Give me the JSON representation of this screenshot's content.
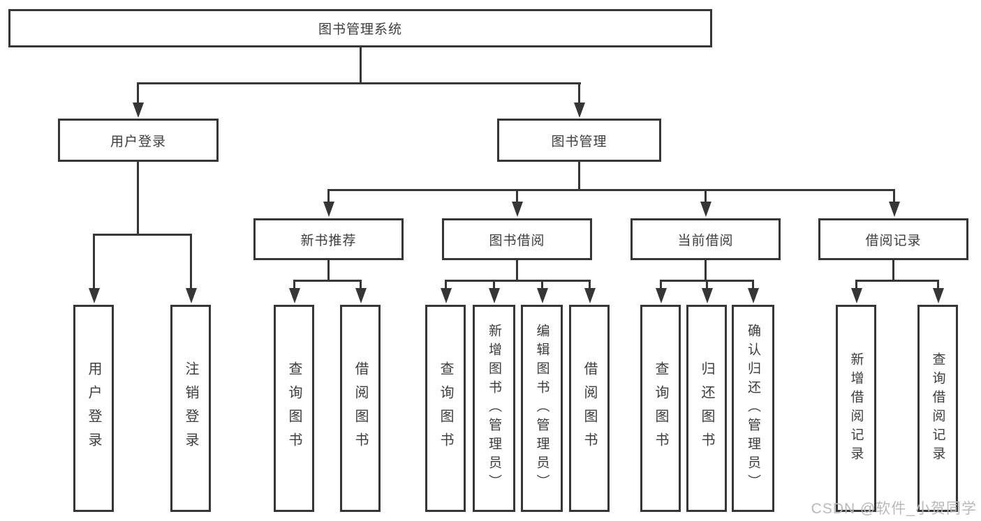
{
  "colors": {
    "line": "#363636",
    "text": "#3d3d3d",
    "background": "#ffffff",
    "watermark": "#b9b9b9"
  },
  "diagram": {
    "root": {
      "label": "图书管理系统"
    },
    "level2": [
      {
        "label": "用户登录"
      },
      {
        "label": "图书管理"
      }
    ],
    "level3": [
      {
        "label": "新书推荐"
      },
      {
        "label": "图书借阅"
      },
      {
        "label": "当前借阅"
      },
      {
        "label": "借阅记录"
      }
    ],
    "leaves": {
      "user_login": [
        "用户登录",
        "注销登录"
      ],
      "new_book_recommend": [
        "查询图书",
        "借阅图书"
      ],
      "book_borrow": [
        "查询图书",
        "新增图书（管理员）",
        "编辑图书（管理员）",
        "借阅图书"
      ],
      "current_borrow": [
        "查询图书",
        "归还图书",
        "确认归还（管理员）"
      ],
      "borrow_record": [
        "新增借阅记录",
        "查询借阅记录"
      ]
    }
  },
  "watermark": {
    "text": "CSDN @软件_小贺同学"
  }
}
